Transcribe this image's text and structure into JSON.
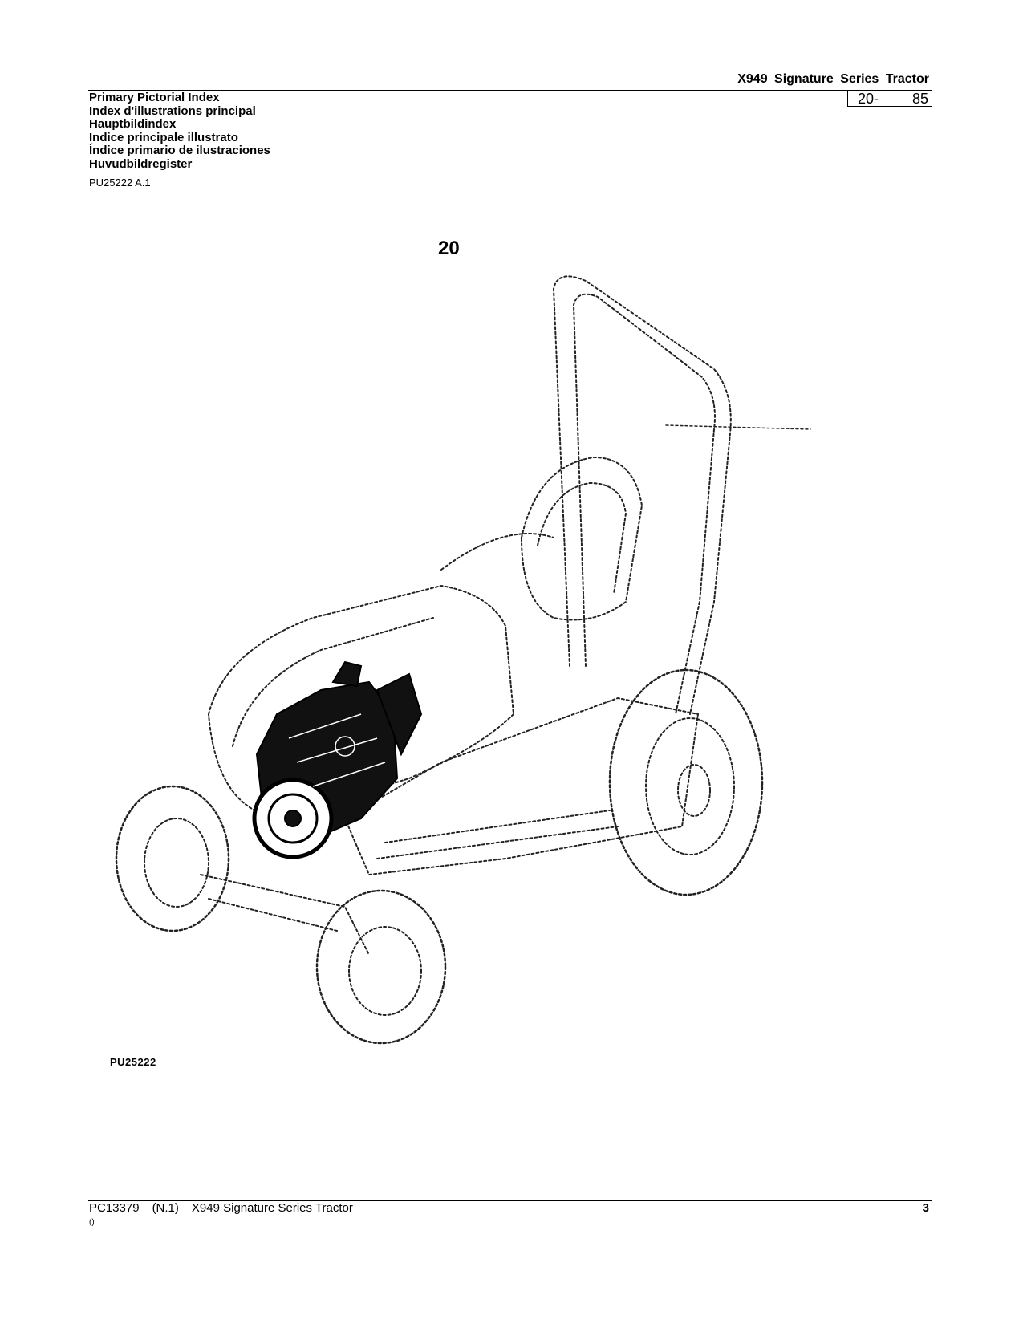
{
  "header": {
    "title": "X949 Signature Series Tractor",
    "section": "20-",
    "page": "85"
  },
  "titles": [
    "Primary Pictorial Index",
    "Index d'illustrations principal",
    "Hauptbildindex",
    "Indice principale illustrato",
    "Índice primario de ilustraciones",
    "Huvudbildregister"
  ],
  "ref_code": "PU25222 A.1",
  "section_label": "20",
  "figure": {
    "code": "PU25222",
    "icon": "tractor-illustration"
  },
  "footer": {
    "doc": "PC13379",
    "revision": "(N.1)",
    "model": "X949 Signature Series Tractor",
    "page": "3",
    "sub": "()"
  }
}
